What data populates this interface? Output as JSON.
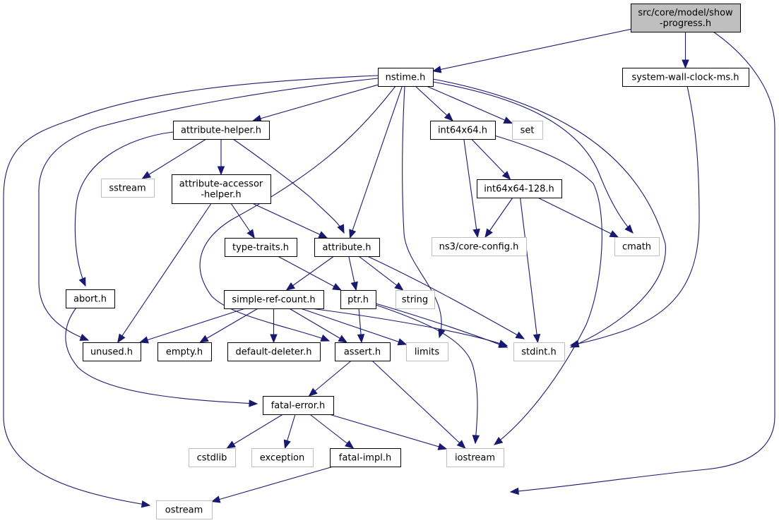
{
  "title": "src/core/model/show-progress.h include dependency graph",
  "colors": {
    "edge": "#191970",
    "project_border": "#000000",
    "system_border": "#bfbfbf",
    "root_fill": "#bfbfbf"
  },
  "nodes": [
    {
      "id": "show-progress",
      "lines": [
        "src/core/model/show",
        "-progress.h"
      ],
      "kind": "root"
    },
    {
      "id": "nstime",
      "lines": [
        "nstime.h"
      ],
      "kind": "proj"
    },
    {
      "id": "system-wall-clock-ms",
      "lines": [
        "system-wall-clock-ms.h"
      ],
      "kind": "proj"
    },
    {
      "id": "attribute-helper",
      "lines": [
        "attribute-helper.h"
      ],
      "kind": "proj"
    },
    {
      "id": "int64x64",
      "lines": [
        "int64x64.h"
      ],
      "kind": "proj"
    },
    {
      "id": "set",
      "lines": [
        "set"
      ],
      "kind": "sys"
    },
    {
      "id": "sstream",
      "lines": [
        "sstream"
      ],
      "kind": "sys"
    },
    {
      "id": "attribute-accessor-helper",
      "lines": [
        "attribute-accessor",
        "-helper.h"
      ],
      "kind": "proj"
    },
    {
      "id": "int64x64-128",
      "lines": [
        "int64x64-128.h"
      ],
      "kind": "proj"
    },
    {
      "id": "core-config",
      "lines": [
        "ns3/core-config.h"
      ],
      "kind": "sys"
    },
    {
      "id": "cmath",
      "lines": [
        "cmath"
      ],
      "kind": "sys"
    },
    {
      "id": "type-traits",
      "lines": [
        "type-traits.h"
      ],
      "kind": "proj"
    },
    {
      "id": "attribute",
      "lines": [
        "attribute.h"
      ],
      "kind": "proj"
    },
    {
      "id": "abort",
      "lines": [
        "abort.h"
      ],
      "kind": "proj"
    },
    {
      "id": "simple-ref-count",
      "lines": [
        "simple-ref-count.h"
      ],
      "kind": "proj"
    },
    {
      "id": "ptr",
      "lines": [
        "ptr.h"
      ],
      "kind": "proj"
    },
    {
      "id": "string",
      "lines": [
        "string"
      ],
      "kind": "sys"
    },
    {
      "id": "unused",
      "lines": [
        "unused.h"
      ],
      "kind": "proj"
    },
    {
      "id": "empty",
      "lines": [
        "empty.h"
      ],
      "kind": "proj"
    },
    {
      "id": "default-deleter",
      "lines": [
        "default-deleter.h"
      ],
      "kind": "proj"
    },
    {
      "id": "assert",
      "lines": [
        "assert.h"
      ],
      "kind": "proj"
    },
    {
      "id": "limits",
      "lines": [
        "limits"
      ],
      "kind": "sys"
    },
    {
      "id": "stdint",
      "lines": [
        "stdint.h"
      ],
      "kind": "sys"
    },
    {
      "id": "fatal-error",
      "lines": [
        "fatal-error.h"
      ],
      "kind": "proj"
    },
    {
      "id": "cstdlib",
      "lines": [
        "cstdlib"
      ],
      "kind": "sys"
    },
    {
      "id": "exception",
      "lines": [
        "exception"
      ],
      "kind": "sys"
    },
    {
      "id": "fatal-impl",
      "lines": [
        "fatal-impl.h"
      ],
      "kind": "proj"
    },
    {
      "id": "iostream",
      "lines": [
        "iostream"
      ],
      "kind": "sys"
    },
    {
      "id": "ostream",
      "lines": [
        "ostream"
      ],
      "kind": "sys"
    }
  ],
  "edges": [
    [
      "show-progress",
      "nstime"
    ],
    [
      "show-progress",
      "system-wall-clock-ms"
    ],
    [
      "show-progress",
      "iostream"
    ],
    [
      "system-wall-clock-ms",
      "stdint"
    ],
    [
      "nstime",
      "attribute-helper"
    ],
    [
      "nstime",
      "int64x64"
    ],
    [
      "nstime",
      "set"
    ],
    [
      "nstime",
      "cmath"
    ],
    [
      "nstime",
      "stdint"
    ],
    [
      "nstime",
      "attribute"
    ],
    [
      "nstime",
      "assert"
    ],
    [
      "nstime",
      "limits"
    ],
    [
      "nstime",
      "unused"
    ],
    [
      "nstime",
      "ostream"
    ],
    [
      "attribute-helper",
      "sstream"
    ],
    [
      "attribute-helper",
      "attribute-accessor-helper"
    ],
    [
      "attribute-helper",
      "attribute"
    ],
    [
      "attribute-helper",
      "abort"
    ],
    [
      "attribute-accessor-helper",
      "type-traits"
    ],
    [
      "attribute-accessor-helper",
      "attribute"
    ],
    [
      "attribute-accessor-helper",
      "unused"
    ],
    [
      "int64x64",
      "int64x64-128"
    ],
    [
      "int64x64",
      "core-config"
    ],
    [
      "int64x64",
      "iostream"
    ],
    [
      "int64x64-128",
      "core-config"
    ],
    [
      "int64x64-128",
      "cmath"
    ],
    [
      "int64x64-128",
      "stdint"
    ],
    [
      "type-traits",
      "ptr"
    ],
    [
      "attribute",
      "simple-ref-count"
    ],
    [
      "attribute",
      "ptr"
    ],
    [
      "attribute",
      "string"
    ],
    [
      "attribute",
      "stdint"
    ],
    [
      "abort",
      "fatal-error"
    ],
    [
      "simple-ref-count",
      "unused"
    ],
    [
      "simple-ref-count",
      "empty"
    ],
    [
      "simple-ref-count",
      "default-deleter"
    ],
    [
      "simple-ref-count",
      "assert"
    ],
    [
      "simple-ref-count",
      "limits"
    ],
    [
      "simple-ref-count",
      "stdint"
    ],
    [
      "ptr",
      "assert"
    ],
    [
      "ptr",
      "stdint"
    ],
    [
      "ptr",
      "iostream"
    ],
    [
      "assert",
      "fatal-error"
    ],
    [
      "assert",
      "iostream"
    ],
    [
      "fatal-error",
      "cstdlib"
    ],
    [
      "fatal-error",
      "exception"
    ],
    [
      "fatal-error",
      "fatal-impl"
    ],
    [
      "fatal-error",
      "iostream"
    ],
    [
      "fatal-impl",
      "ostream"
    ]
  ]
}
